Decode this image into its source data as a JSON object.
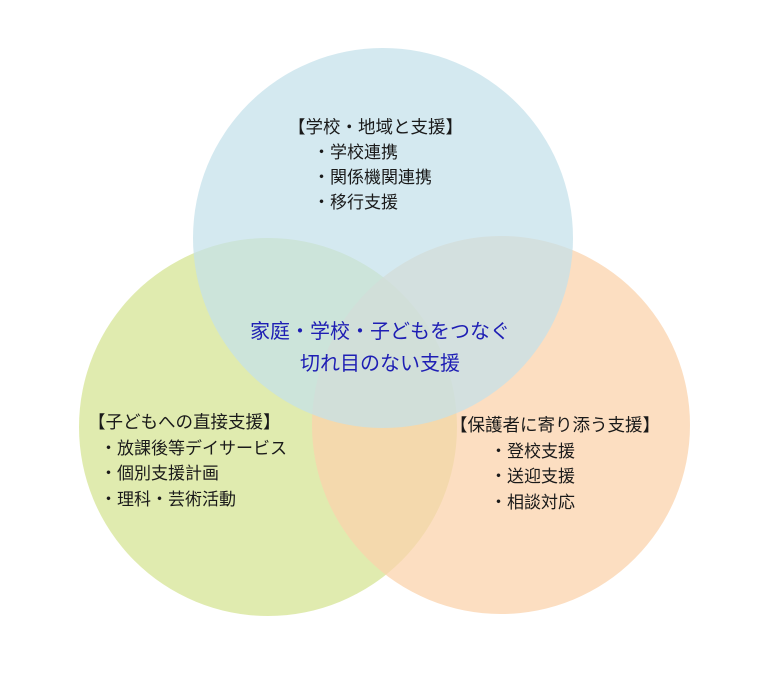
{
  "colors": {
    "top": "#c3e1ea",
    "left": "#dde9a6",
    "right": "#fbd3ac",
    "center_text": "#1e1eb4"
  },
  "top": {
    "title": "【学校・地域と支援】",
    "items": [
      "・学校連携",
      "・関係機関連携",
      "・移行支援"
    ]
  },
  "left": {
    "title": "【子どもへの直接支援】",
    "items": [
      "・放課後等デイサービス",
      "・個別支援計画",
      "・理科・芸術活動"
    ]
  },
  "right": {
    "title": "【保護者に寄り添う支援】",
    "items": [
      "・登校支援",
      "・送迎支援",
      "・相談対応"
    ]
  },
  "center": {
    "line1": "家庭・学校・子どもをつなぐ",
    "line2": "切れ目のない支援"
  }
}
